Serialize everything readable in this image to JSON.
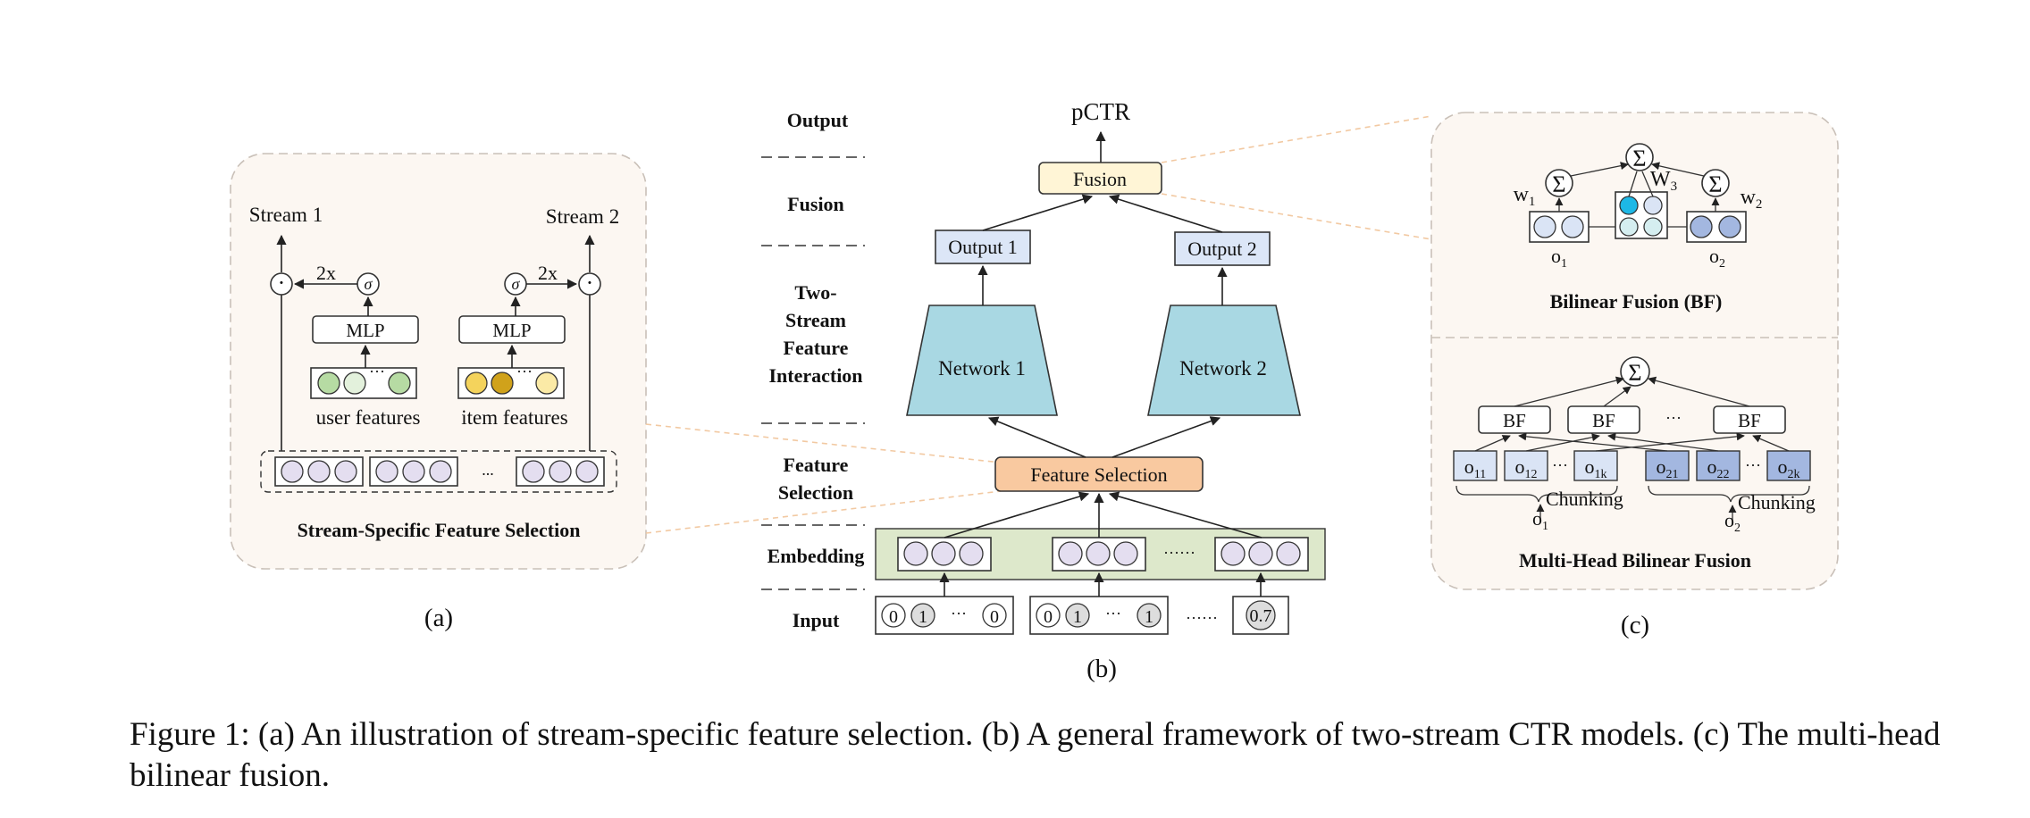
{
  "panel_a": {
    "stream1": "Stream 1",
    "stream2": "Stream 2",
    "twox": "2x",
    "sigma": "σ",
    "dot": "·",
    "mlp": "MLP",
    "user_features": "user features",
    "item_features": "item features",
    "ellipsis": "···",
    "dots_emb": "...",
    "title": "Stream-Specific Feature Selection",
    "label": "(a)"
  },
  "panel_b": {
    "layers": [
      "Output",
      "Fusion",
      "Two-",
      "Stream",
      "Feature",
      "Interaction",
      "Feature",
      "Selection",
      "Embedding",
      "Input"
    ],
    "pctr": "pCTR",
    "fusion": "Fusion",
    "output1": "Output 1",
    "output2": "Output 2",
    "network1": "Network 1",
    "network2": "Network 2",
    "feature_selection": "Feature Selection",
    "emb_dots": "······",
    "input_values": [
      "0",
      "1",
      "0",
      "0",
      "1",
      "1",
      "0.7"
    ],
    "input_ellipsis": "···",
    "input_dots": "······",
    "label": "(b)"
  },
  "panel_c": {
    "sum": "Σ",
    "w1": "w",
    "w1_sub": "1",
    "w3": "W",
    "w3_sub": "3",
    "w2": "w",
    "w2_sub": "2",
    "o1": "o",
    "o1_sub": "1",
    "o2": "o",
    "o2_sub": "2",
    "bf_title": "Bilinear Fusion (BF)",
    "bf": "BF",
    "bf_ellipsis": "···",
    "heads": [
      {
        "base": "o",
        "sub": "11"
      },
      {
        "base": "o",
        "sub": "12"
      },
      {
        "base": "o",
        "sub": "1k"
      },
      {
        "base": "o",
        "sub": "21"
      },
      {
        "base": "o",
        "sub": "22"
      },
      {
        "base": "o",
        "sub": "2k"
      }
    ],
    "head_ellipsis": "···",
    "chunking": "Chunking",
    "mh_title": "Multi-Head Bilinear Fusion",
    "label": "(c)"
  },
  "caption": "Figure 1: (a) An illustration of stream-specific feature selection. (b) A general framework of two-stream CTR models. (c) The multi-head bilinear fusion.",
  "colors": {
    "panel_bg": "#fcf7f2",
    "panel_border": "#c9c0b8",
    "lavender": "#e4def0",
    "green_light": "#e3f1dc",
    "green_mid": "#b6dba3",
    "yellow_light": "#fbeaa6",
    "yellow_mid": "#f4d35c",
    "yellow_dark": "#d0a21b",
    "fusion_fill": "#fff5d6",
    "output_fill": "#dce6f7",
    "network_fill": "#a9d8e3",
    "fs_fill": "#f9c9a0",
    "emb_fill": "#dde8cb",
    "blue_light": "#dae4f5",
    "blue_mid": "#a3b7e0",
    "cyan": "#1db8e6",
    "teal_light": "#d5eef0",
    "gray_circle": "#dddddd",
    "orange_dash": "#f2c9a2"
  }
}
